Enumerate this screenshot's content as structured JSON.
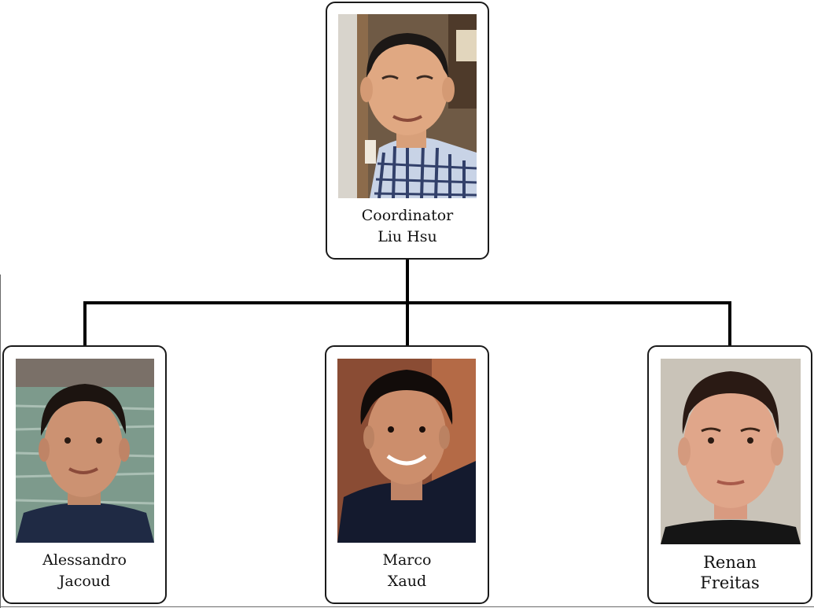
{
  "coordinator": {
    "role": "Coordinator",
    "name": "Liu Hsu"
  },
  "members": [
    {
      "first": "Alessandro",
      "last": "Jacoud"
    },
    {
      "first": "Marco",
      "last": "Xaud"
    },
    {
      "first": "Renan",
      "last": "Freitas"
    }
  ],
  "colors": {
    "border": "#1a1a1a",
    "connector": "#000000",
    "background": "#ffffff"
  }
}
